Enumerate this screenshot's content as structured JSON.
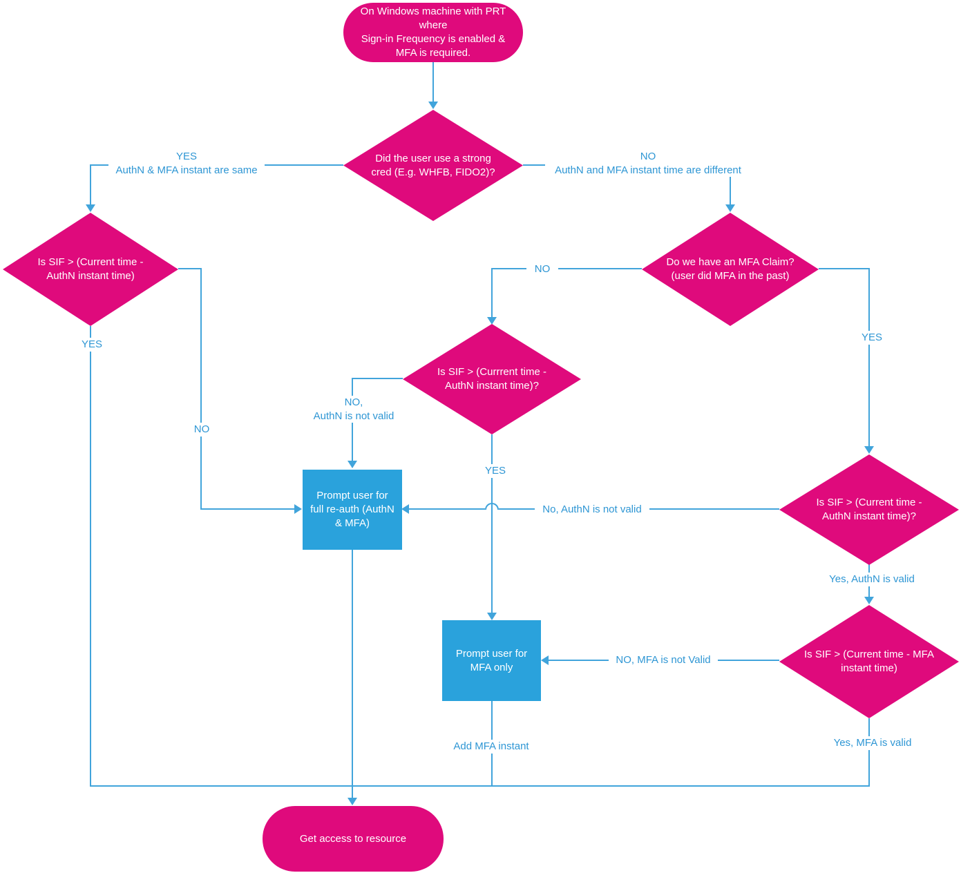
{
  "colors": {
    "shape_pink": "#DF0A7C",
    "process_blue": "#2AA2DC",
    "connector_blue": "#41A4DB",
    "label_text_blue": "#2E96D4",
    "shape_text": "#FFFFFF"
  },
  "nodes": {
    "start": "On Windows machine with PRT\nwhere\nSign-in Frequency is enabled &\nMFA is required.",
    "decision_strong_cred": "Did the user use a strong\ncred (E.g. WHFB, FIDO2)?",
    "decision_sif_authn_left": "Is SIF > (Current time -\nAuthN instant time)",
    "decision_mfa_claim": "Do we have an MFA Claim?\n(user did MFA in the past)",
    "decision_sif_authn_mid": "Is SIF > (Currrent time -\nAuthN instant time)?",
    "decision_sif_authn_right": "Is SIF > (Current time -\nAuthN instant time)?",
    "decision_sif_mfa": "Is SIF > (Current time - MFA\ninstant time)",
    "process_full_reauth": "Prompt user for\nfull re-auth (AuthN\n& MFA)",
    "process_mfa_only": "Prompt user for\nMFA only",
    "end": "Get access to resource"
  },
  "edge_labels": {
    "strong_yes": "YES\nAuthN & MFA instant are same",
    "strong_no": "NO\nAuthN and MFA instant time are different",
    "sif_left_yes": "YES",
    "sif_left_no": "NO",
    "claim_no": "NO",
    "claim_yes": "YES",
    "mid_no": "NO,\nAuthN is not valid",
    "mid_yes": "YES",
    "right_no": "No, AuthN is not valid",
    "right_yes": "Yes, AuthN is valid",
    "mfa_no": "NO, MFA is not Valid",
    "mfa_yes": "Yes, MFA is valid",
    "add_mfa": "Add MFA instant"
  }
}
